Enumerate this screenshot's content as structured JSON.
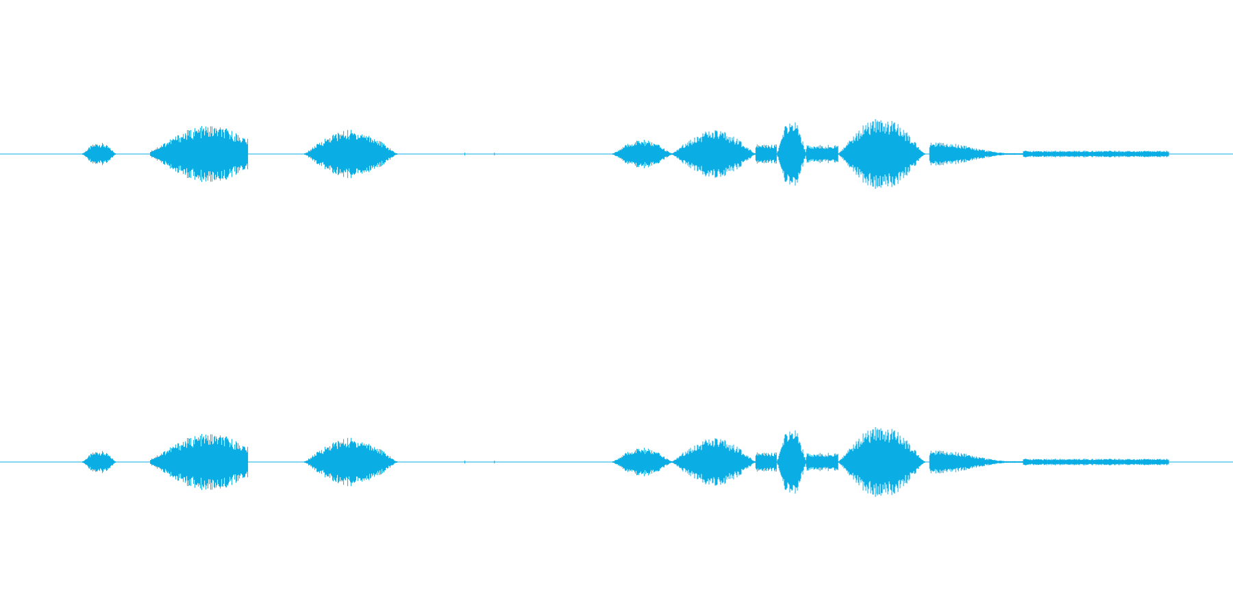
{
  "waveform": {
    "color": "#0aaee4",
    "channels": [
      {
        "name": ""
      },
      {
        "name": ""
      }
    ],
    "segments": [
      {
        "start": 0.067,
        "end": 0.094,
        "amplitude": 0.18,
        "shape": "bell"
      },
      {
        "start": 0.122,
        "end": 0.201,
        "amplitude": 0.44,
        "shape": "rise"
      },
      {
        "start": 0.247,
        "end": 0.322,
        "amplitude": 0.38,
        "shape": "bell"
      },
      {
        "start": 0.497,
        "end": 0.545,
        "amplitude": 0.22,
        "shape": "bell"
      },
      {
        "start": 0.545,
        "end": 0.613,
        "amplitude": 0.37,
        "shape": "bell"
      },
      {
        "start": 0.613,
        "end": 0.63,
        "amplitude": 0.15,
        "shape": "flat"
      },
      {
        "start": 0.63,
        "end": 0.654,
        "amplitude": 0.56,
        "shape": "bell"
      },
      {
        "start": 0.654,
        "end": 0.68,
        "amplitude": 0.14,
        "shape": "flat"
      },
      {
        "start": 0.68,
        "end": 0.75,
        "amplitude": 0.56,
        "shape": "bell"
      },
      {
        "start": 0.754,
        "end": 0.83,
        "amplitude": 0.22,
        "shape": "fall"
      },
      {
        "start": 0.83,
        "end": 0.948,
        "amplitude": 0.05,
        "shape": "flat"
      }
    ]
  }
}
